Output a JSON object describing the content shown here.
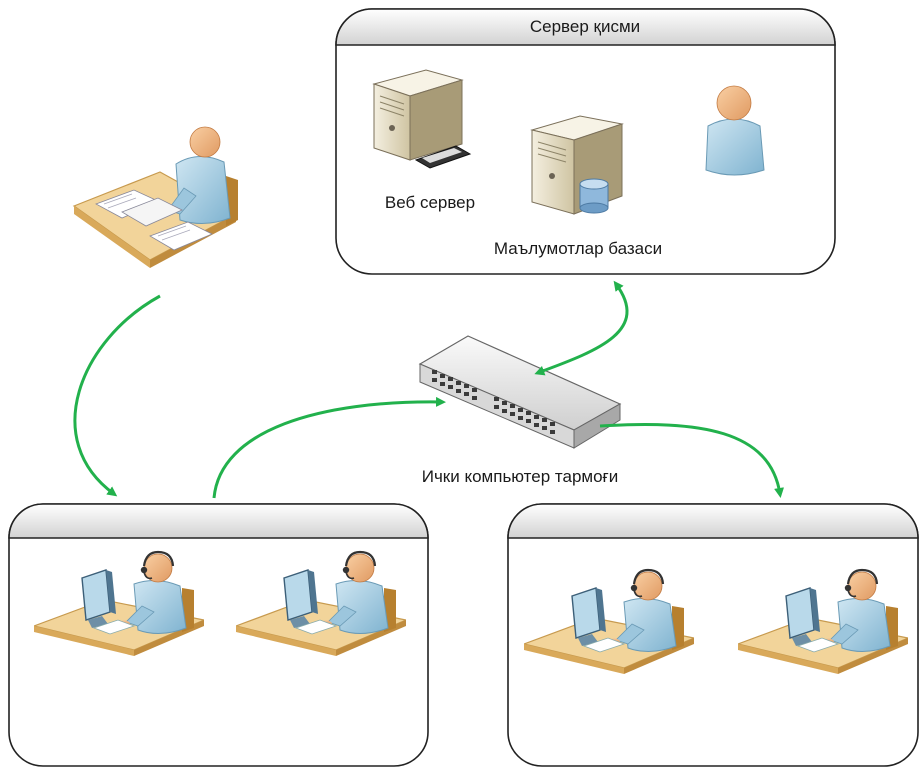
{
  "server_panel": {
    "title": "Сервер қисми"
  },
  "labels": {
    "web_server": "Веб сервер",
    "database": "Маълумотлар базаси",
    "network": "Ички компьютер тармоғи"
  },
  "left_group": {
    "title": ""
  },
  "right_group": {
    "title": ""
  },
  "colors": {
    "arrow": "#22b14c",
    "panel_stroke": "#222222",
    "header_top": "#ffffff",
    "header_bottom": "#d4d4d4",
    "desk": "#f2d49a",
    "desk_edge": "#c79a4e",
    "person": "#a8cfe3",
    "skin": "#f2b482",
    "server_body": "#e8e0c8",
    "switch_body": "#eeeeee"
  },
  "icons": [
    "paper-desk-person-icon",
    "web-server-icon",
    "database-server-icon",
    "admin-user-icon",
    "network-switch-icon",
    "operator-workstation-icon"
  ]
}
